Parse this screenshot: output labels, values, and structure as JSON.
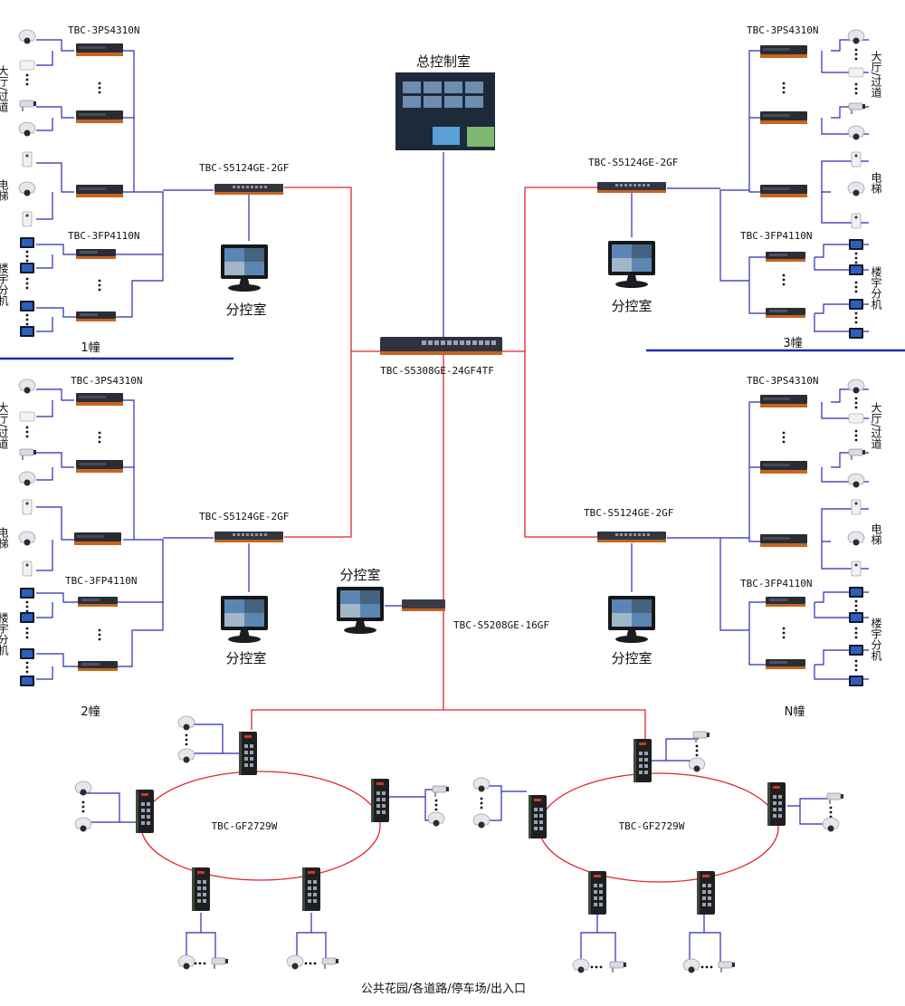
{
  "center": {
    "control_room": "总控制室",
    "core_switch": "TBC-S5308GE-24GF4TF",
    "sub_switch": "TBC-S5208GE-16GF",
    "sub_room": "分控室"
  },
  "buildings": [
    {
      "name": "1幢",
      "poe_switch": "TBC-3PS4310N",
      "fp_switch": "TBC-3FP4110N",
      "agg_switch": "TBC-S5124GE-2GF",
      "room": "分控室",
      "area1": "大厅/过道",
      "area2": "电梯",
      "area3": "楼宇分机"
    },
    {
      "name": "3幢",
      "poe_switch": "TBC-3PS4310N",
      "fp_switch": "TBC-3FP4110N",
      "agg_switch": "TBC-S5124GE-2GF",
      "room": "分控室",
      "area1": "大厅/过道",
      "area2": "电梯",
      "area3": "楼宇分机"
    },
    {
      "name": "2幢",
      "poe_switch": "TBC-3PS4310N",
      "fp_switch": "TBC-3FP4110N",
      "agg_switch": "TBC-S5124GE-2GF",
      "room": "分控室",
      "area1": "大厅/过道",
      "area2": "电梯",
      "area3": "楼宇分机"
    },
    {
      "name": "N幢",
      "poe_switch": "TBC-3PS4310N",
      "fp_switch": "TBC-3FP4110N",
      "agg_switch": "TBC-S5124GE-2GF",
      "room": "分控室",
      "area1": "大厅/过道",
      "area2": "电梯",
      "area3": "楼宇分机"
    }
  ],
  "rings": [
    {
      "label": "TBC-GF2729W"
    },
    {
      "label": "TBC-GF2729W"
    }
  ],
  "footer": "公共花园/各道路/停车场/出入口",
  "colors": {
    "fiber": "#e0232d",
    "copper": "#2b2bb0",
    "divider": "#1a2fa8"
  }
}
